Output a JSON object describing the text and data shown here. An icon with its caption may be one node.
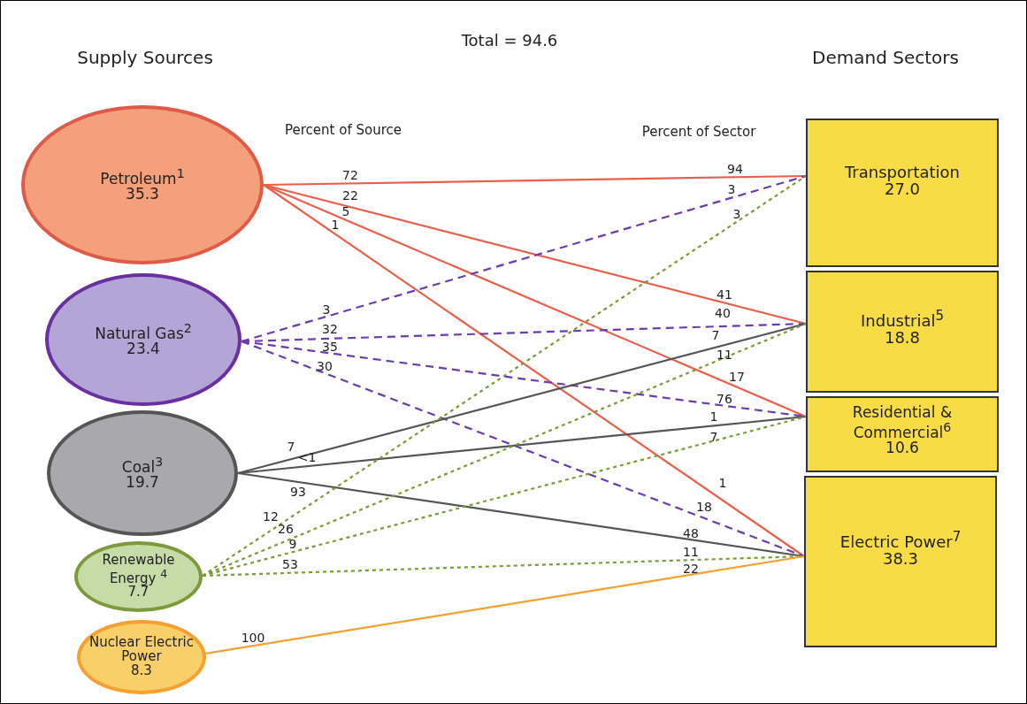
{
  "diagram": {
    "title": "Total = 94.6",
    "nodes": [
      {
        "text": [
          "Petroleum$^{1}$",
          "35.3"
        ]
      },
      {
        "text": [
          "Natural Gas$^{2}$",
          "23.4"
        ]
      },
      {
        "text": [
          "Coal$^{3}$",
          "19.7"
        ]
      },
      {
        "text": [
          "Renewable Energy $^{4}$",
          "7.7"
        ]
      },
      {
        "text": [
          "Nuclear Electric Power",
          "8.3"
        ]
      },
      {
        "text": [
          "Transportation",
          "27.0"
        ]
      },
      {
        "text": [
          "Industrial$^{5}$",
          "18.8"
        ]
      },
      {
        "text": [
          "Residential & Commercial$^{6}$",
          "10.6"
        ]
      },
      {
        "text": [
          "Electric Power$^{7}$",
          "38.3"
        ]
      }
    ],
    "edges": [
      {
        "from": 0,
        "to": 5,
        "arrow": "none",
        "label": "72",
        "color": "#e8604c"
      },
      {
        "from": 0,
        "to": 6,
        "arrow": "none",
        "label": "22",
        "color": "#e8604c"
      },
      {
        "from": 0,
        "to": 7,
        "arrow": "none",
        "label": "5",
        "color": "#e8604c"
      },
      {
        "from": 0,
        "to": 8,
        "arrow": "none",
        "label": "1",
        "color": "#e8604c"
      },
      {
        "from": 1,
        "to": 5,
        "arrow": "none",
        "label": "3",
        "style": "dashed",
        "color": "#6a3cad"
      },
      {
        "from": 1,
        "to": 6,
        "arrow": "none",
        "label": "32",
        "style": "dashed",
        "color": "#6a3cad"
      },
      {
        "from": 1,
        "to": 7,
        "arrow": "none",
        "label": "35",
        "style": "dashed",
        "color": "#6a3cad"
      },
      {
        "from": 1,
        "to": 8,
        "arrow": "none",
        "label": "30",
        "style": "dashed",
        "color": "#6a3cad"
      },
      {
        "from": 2,
        "to": 6,
        "arrow": "none",
        "label": "7",
        "color": "#555555"
      },
      {
        "from": 2,
        "to": 7,
        "arrow": "none",
        "label": "<1",
        "color": "#555555"
      },
      {
        "from": 2,
        "to": 8,
        "arrow": "none",
        "label": "93",
        "color": "#555555"
      },
      {
        "from": 3,
        "to": 5,
        "arrow": "none",
        "label": "12",
        "style": "dashed",
        "color": "#7d9a3a"
      },
      {
        "from": 3,
        "to": 6,
        "arrow": "none",
        "label": "26",
        "style": "dashed",
        "color": "#7d9a3a"
      },
      {
        "from": 3,
        "to": 7,
        "arrow": "none",
        "label": "9",
        "style": "dashed",
        "color": "#7d9a3a"
      },
      {
        "from": 3,
        "to": 8,
        "arrow": "none",
        "label": "53",
        "style": "dashed",
        "color": "#7d9a3a"
      },
      {
        "from": 4,
        "to": 8,
        "arrow": "none",
        "label": "100",
        "color": "#f5a030"
      }
    ],
    "labels": [
      "Supply Sources",
      "Demand Sectors",
      "Percent of Source",
      "Percent of Sector",
      "94",
      "3",
      "3",
      "41",
      "40",
      "7",
      "11",
      "17",
      "76",
      "1",
      "7",
      "1",
      "18",
      "48",
      "11",
      "22"
    ]
  }
}
